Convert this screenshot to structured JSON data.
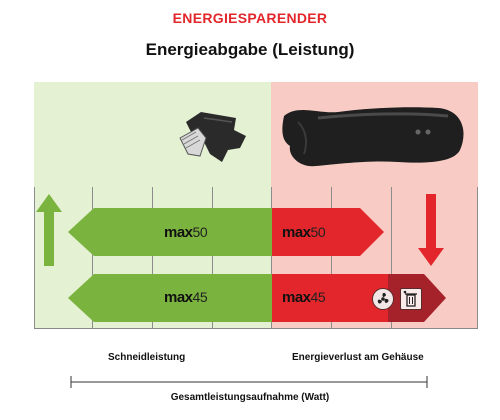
{
  "header": {
    "label": "ENERGIESPARENDER",
    "title": "Energieabgabe (Leistung)"
  },
  "bars": [
    {
      "name": "max50",
      "brand": "max",
      "number": "50"
    },
    {
      "name": "max45",
      "brand": "max",
      "number": "45"
    }
  ],
  "sections": {
    "left_label": "Schneidleistung",
    "right_label": "Energieverlust am Gehäuse"
  },
  "total_label": "Gesamtleistungsaufnahme (Watt)",
  "colors": {
    "green_arrow": "#7bb33f",
    "red_arrow": "#e3262b",
    "green_panel": "#e4f1d3",
    "red_panel": "#f8ccc4",
    "heading_red": "#e3262b"
  },
  "icons": {
    "fan": "fan-icon",
    "waste": "waste-bin-icon"
  }
}
